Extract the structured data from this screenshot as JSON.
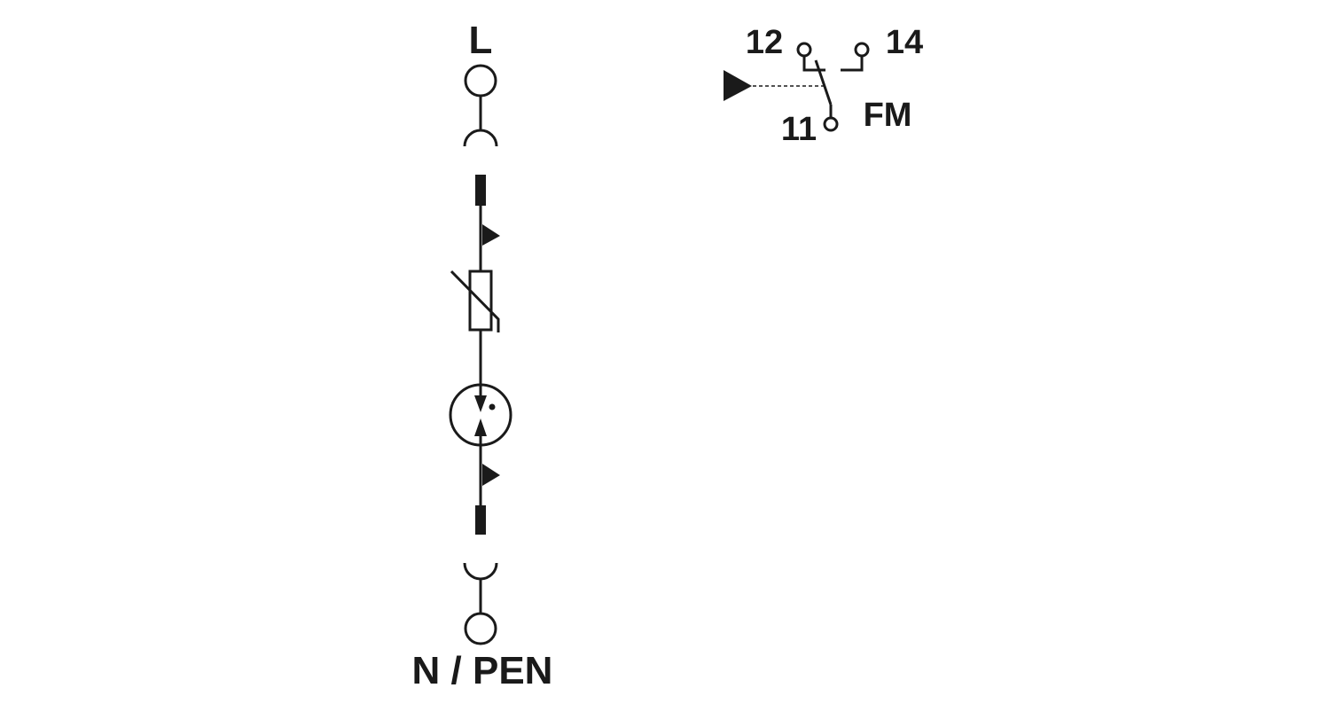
{
  "main_circuit": {
    "top_terminal_label": "L",
    "bottom_terminal_label": "N / PEN"
  },
  "remote_contact": {
    "terminal_12": "12",
    "terminal_14": "14",
    "terminal_11": "11",
    "label": "FM"
  },
  "colors": {
    "stroke": "#1a1a1a",
    "background": "#ffffff"
  }
}
